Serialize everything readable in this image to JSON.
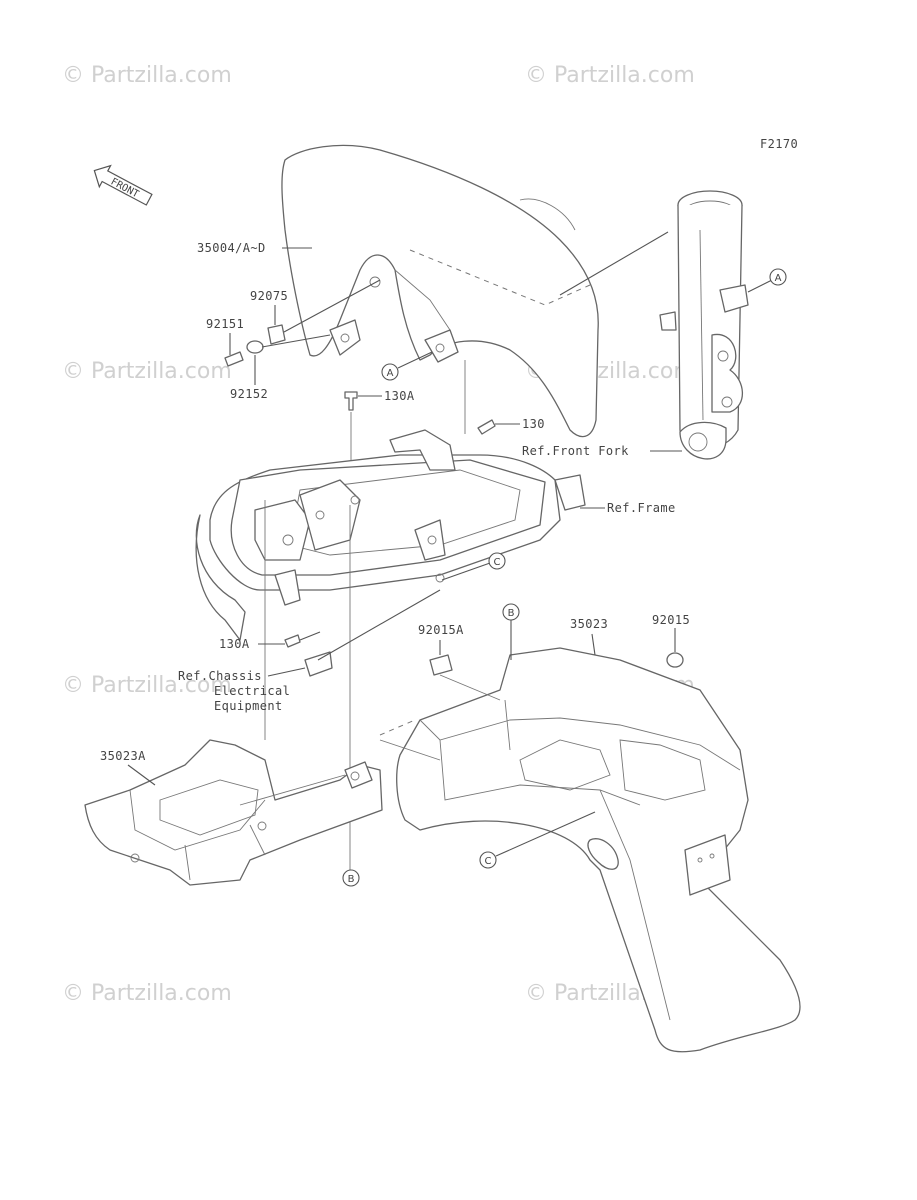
{
  "watermarks": [
    "© Partzilla.com",
    "© Partzilla.com",
    "© Partzilla.com",
    "© Partzilla.com",
    "© Partzilla.com",
    "© Partzilla.com",
    "© Partzilla.com",
    "© Partzilla.com"
  ],
  "diagram_code": "F2170",
  "front_arrow": "FRONT",
  "parts": {
    "front_fender": "35004/A~D",
    "p92075": "92075",
    "p92151": "92151",
    "p92152": "92152",
    "p130a_top": "130A",
    "p130": "130",
    "ref_front_fork": "Ref.Front Fork",
    "ref_frame": "Ref.Frame",
    "p130a_bottom": "130A",
    "ref_chassis_1": "Ref.Chassis",
    "ref_chassis_2": "Electrical",
    "ref_chassis_3": "Equipment",
    "p92015a": "92015A",
    "p35023": "35023",
    "p92015": "92015",
    "p35023a": "35023A"
  },
  "callouts": {
    "a": "A",
    "b": "B",
    "c": "C"
  }
}
